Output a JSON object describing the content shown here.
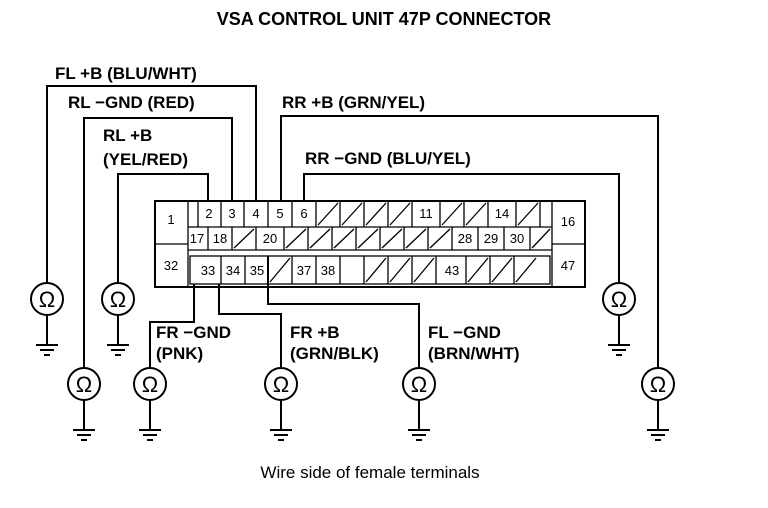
{
  "title": "VSA CONTROL UNIT 47P CONNECTOR",
  "caption": "Wire side of female terminals",
  "meter_symbol": "Ω",
  "labels": {
    "fl_plus": "FL +B (BLU/WHT)",
    "rl_gnd": "RL −GND (RED)",
    "rl_plus_1": "RL +B",
    "rl_plus_2": "(YEL/RED)",
    "rr_plus": "RR +B (GRN/YEL)",
    "rr_gnd": "RR −GND (BLU/YEL)",
    "fr_gnd_1": "FR −GND",
    "fr_gnd_2": "(PNK)",
    "fr_plus_1": "FR +B",
    "fr_plus_2": "(GRN/BLK)",
    "fl_gnd_1": "FL −GND",
    "fl_gnd_2": "(BRN/WHT)"
  },
  "pins": {
    "p1": "1",
    "p2": "2",
    "p3": "3",
    "p4": "4",
    "p5": "5",
    "p6": "6",
    "p11": "11",
    "p14": "14",
    "p16": "16",
    "p17": "17",
    "p18": "18",
    "p20": "20",
    "p28": "28",
    "p29": "29",
    "p30": "30",
    "p32": "32",
    "p33": "33",
    "p34": "34",
    "p35": "35",
    "p37": "37",
    "p38": "38",
    "p43": "43",
    "p47": "47"
  }
}
